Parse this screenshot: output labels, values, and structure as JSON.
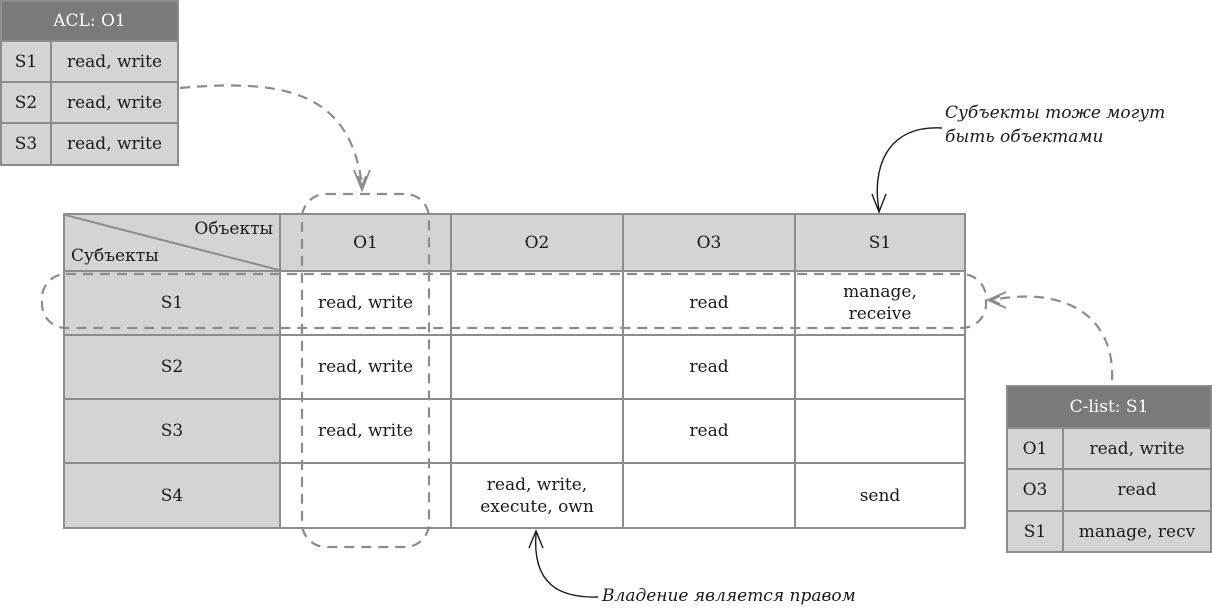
{
  "acl": {
    "title": "ACL: O1",
    "rows": [
      {
        "subject": "S1",
        "rights": "read, write"
      },
      {
        "subject": "S2",
        "rights": "read, write"
      },
      {
        "subject": "S3",
        "rights": "read, write"
      }
    ]
  },
  "matrix": {
    "corner_objects": "Объекты",
    "corner_subjects": "Субъекты",
    "columns": [
      "O1",
      "O2",
      "O3",
      "S1"
    ],
    "rows": [
      {
        "subject": "S1",
        "cells": [
          "read, write",
          "",
          "read",
          "manage,\nreceive"
        ]
      },
      {
        "subject": "S2",
        "cells": [
          "read, write",
          "",
          "read",
          ""
        ]
      },
      {
        "subject": "S3",
        "cells": [
          "read, write",
          "",
          "read",
          ""
        ]
      },
      {
        "subject": "S4",
        "cells": [
          "",
          "read, write,\nexecute, own",
          "",
          "send"
        ]
      }
    ]
  },
  "clist": {
    "title": "C-list: S1",
    "rows": [
      {
        "object": "O1",
        "rights": "read, write"
      },
      {
        "object": "O3",
        "rights": "read"
      },
      {
        "object": "S1",
        "rights": "manage, recv"
      }
    ]
  },
  "annotations": {
    "subjects_as_objects": "Субъекты тоже могут\nбыть объектами",
    "ownership_is_right": "Владение является правом"
  },
  "colors": {
    "header_fill": "#d4d4d4",
    "title_fill": "#7a7a7a",
    "border": "#8c8c8c",
    "dashed": "#8c8c8c"
  }
}
